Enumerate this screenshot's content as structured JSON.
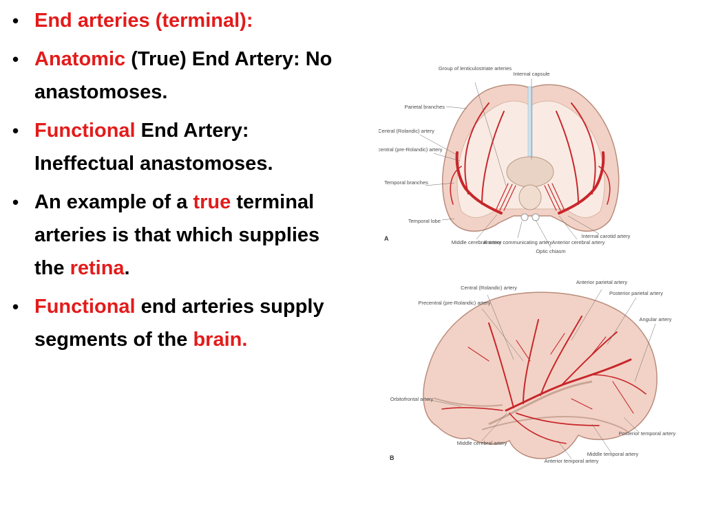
{
  "bullets": [
    {
      "id": "end-arteries",
      "parts": [
        {
          "text": "End arteries (terminal):",
          "red": true
        }
      ]
    },
    {
      "id": "anatomic",
      "parts": [
        {
          "text": "Anatomic",
          "red": true
        },
        {
          "text": " (True) End Artery: No anastomoses.",
          "red": false
        }
      ]
    },
    {
      "id": "functional-end-artery",
      "parts": [
        {
          "text": "Functional",
          "red": true
        },
        {
          "text": " End Artery: Ineffectual anastomoses.",
          "red": false
        }
      ]
    },
    {
      "id": "example-true",
      "parts": [
        {
          "text": "An example of a ",
          "red": false
        },
        {
          "text": "true",
          "red": true
        },
        {
          "text": " terminal arteries is that which supplies the ",
          "red": false
        },
        {
          "text": "retina",
          "red": true
        },
        {
          "text": ".",
          "red": false
        }
      ]
    },
    {
      "id": "functional-segments",
      "parts": [
        {
          "text": "Functional",
          "red": true
        },
        {
          "text": " end arteries supply segments of the ",
          "red": false
        },
        {
          "text": "brain.",
          "red": true
        }
      ]
    }
  ],
  "figure_a": {
    "panel": "A",
    "labels": {
      "lenticulostriate": "Group of lenticulostriate arteries",
      "internal_capsule": "Internal capsule",
      "parietal": "Parietal branches",
      "central": "Central (Rolandic) artery",
      "precentral": "Precentral (pre-Rolandic) artery",
      "temporal_branches": "Temporal branches",
      "temporal_lobe": "Temporal lobe",
      "middle_cerebral": "Middle cerebral artery",
      "anterior_communicating": "Anterior communicating artery",
      "optic": "Optic chiasm",
      "anterior_cerebral": "Anterior cerebral artery",
      "internal_carotid": "Internal carotid artery"
    }
  },
  "figure_b": {
    "panel": "B",
    "labels": {
      "central": "Central (Rolandic) artery",
      "precentral": "Precentral (pre-Rolandic) artery",
      "anterior_parietal": "Anterior parietal artery",
      "posterior_parietal": "Posterior parietal artery",
      "angular": "Angular artery",
      "orbitofrontal": "Orbitofrontal artery",
      "middle_cerebral": "Middle cerebral artery",
      "anterior_temporal": "Anterior temporal artery",
      "middle_temporal": "Middle temporal artery",
      "posterior_temporal": "Posterior temporal artery"
    }
  },
  "colors": {
    "accent_red": "#e31b1b",
    "artery": "#c8262b",
    "brain_outer": "#f3d4c8",
    "brain_inner": "#f8e9e0",
    "text": "#000000"
  }
}
